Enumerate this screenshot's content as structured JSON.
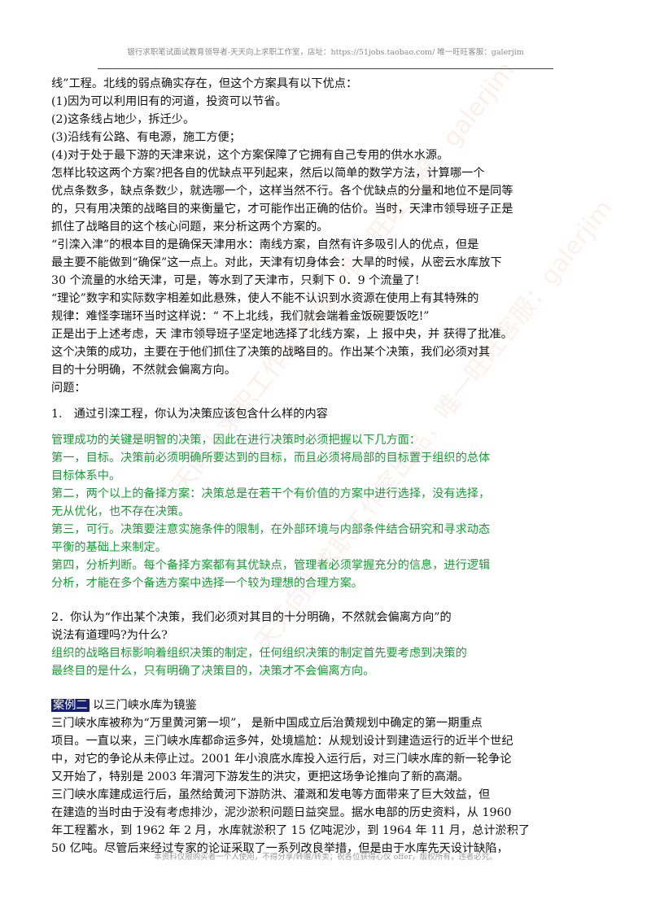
{
  "header": {
    "text": "银行求职笔试面试教育领导者-天天向上求职工作室，店址：https://51jobs.taobao.com/ 唯一旺旺客服：galerjim"
  },
  "watermark": {
    "text": "天天向上求职工作室出品，唯一旺旺客服：galerjim"
  },
  "content": {
    "lines_a": [
      "线”工程。北线的弱点确实存在，但这个方案具有以下优点：",
      "(1)因为可以利用旧有的河道，投资可以节省。",
      "(2)这条线占地少，拆迁少。",
      "(3)沿线有公路、有电源，施工方便；",
      "(4)对于处于最下游的天津来说，这个方案保障了它拥有自己专用的供水水源。",
      "怎样比较这两个方案?把各自的优缺点平列起来，然后以简单的数学方法，计算哪一个",
      "优点条数多，缺点条数少，就选哪一个，这样当然不行。各个优缺点的分量和地位不是同等",
      "的，只有用决策的战略目的来衡量它，才可能作出正确的估价。当时，天津市领导班子正是",
      "抓住了战略目的这个核心问题，来分析这两个方案的。",
      "“引滦入津”的根本目的是确保天津用水：南线方案，自然有许多吸引人的优点，但是",
      "最主要不能做到“确保”这一点上。对此，天津有切身体会：大旱的时候，从密云水库放下",
      "30 个流量的水给天津，可是，等水到了天津市，只剩下 0．9 个流量了!",
      "“理论”数字和实际数字相差如此悬殊，使人不能不认识到水资源在使用上有其特殊的",
      "规律：难怪李瑞环当时这样说：“ 不上北线，我们就会端着金饭碗要饭吃!”",
      "正是出于上述考虑，天 津市领导班子坚定地选择了北线方案，上 报中央，并 获得了批准。",
      "这个决策的成功，主要在于他们抓住了决策的战略目的。作出某个决策，我们必须对其",
      "目的十分明确，不然就会偏离方向。",
      "问题："
    ],
    "question1": "1.　通过引滦工程，你认为决策应该包含什么样的内容",
    "answer1": [
      "管理成功的关键是明智的决策，因此在进行决策时必须把握以下几方面：",
      "第一，目标。决策前必须明确所要达到的目标，而且必须将局部的目标置于组织的总体",
      "目标体系中。",
      "第二，两个以上的备择方案：决策总是在若干个有价值的方案中进行选择，没有选择，",
      "无从优化，也不存在决策。",
      "第三，可行。决策要注意实施条件的限制，在外部环境与内部条件结合研究和寻求动态",
      "平衡的基础上来制定。",
      "第四，分析判断。每个备择方案都有其优缺点，管理者必须掌握充分的信息，进行逻辑",
      "分析，才能在多个备选方案中选择一个较为理想的合理方案。"
    ],
    "question2": [
      "2．你认为“作出某个决策，我们必须对其目的十分明确，不然就会偏离方向”的",
      "说法有道理吗?为什么?"
    ],
    "answer2": [
      "组织的战略目标影响着组织决策的制定，任何组织决策的制定首先要考虑到决策的",
      "最终目的是什么，只有明确了决策目的，决策才不会偏离方向。"
    ],
    "case_label": "案例二",
    "case_title": " 以三门峡水库为镜鉴",
    "case_lines": [
      "三门峡水库被称为“万里黄河第一坝”， 是新中国成立后治黄规划中确定的第一期重点",
      "项目。一直以来，三门峡水库都命运多舛，处境尴尬：从规划设计到建造运行的近半个世纪",
      "中，对它的争论从未停止过。2001 年小浪底水库投入运行后，对三门峡水库的新一轮争论",
      "又开始了，特别是 2003 年渭河下游发生的洪灾，更把这场争论推向了新的高潮。",
      "三门峡水库建成运行后，虽然给黄河下游防洪、灌溉和发电等方面带来了巨大效益，但",
      "在建造的当时由于没有考虑排沙，泥沙淤积问题日益突显。据水电部的历史资料，从 1960",
      "年工程蓄水，到 1962 年 2 月，水库就淤积了 15 亿吨泥沙，到 1964 年 11 月，总计淤积了",
      "50 亿吨。尽管后来经过专家的论证采取了一系列改良举措，但是由于水库先天设计缺陷，"
    ]
  },
  "footer": {
    "text": "本资料仅限购买者一个人使用，不得分享/转赠/转卖；祝各位获得心仪 offer，版权所有，违者必究。"
  }
}
